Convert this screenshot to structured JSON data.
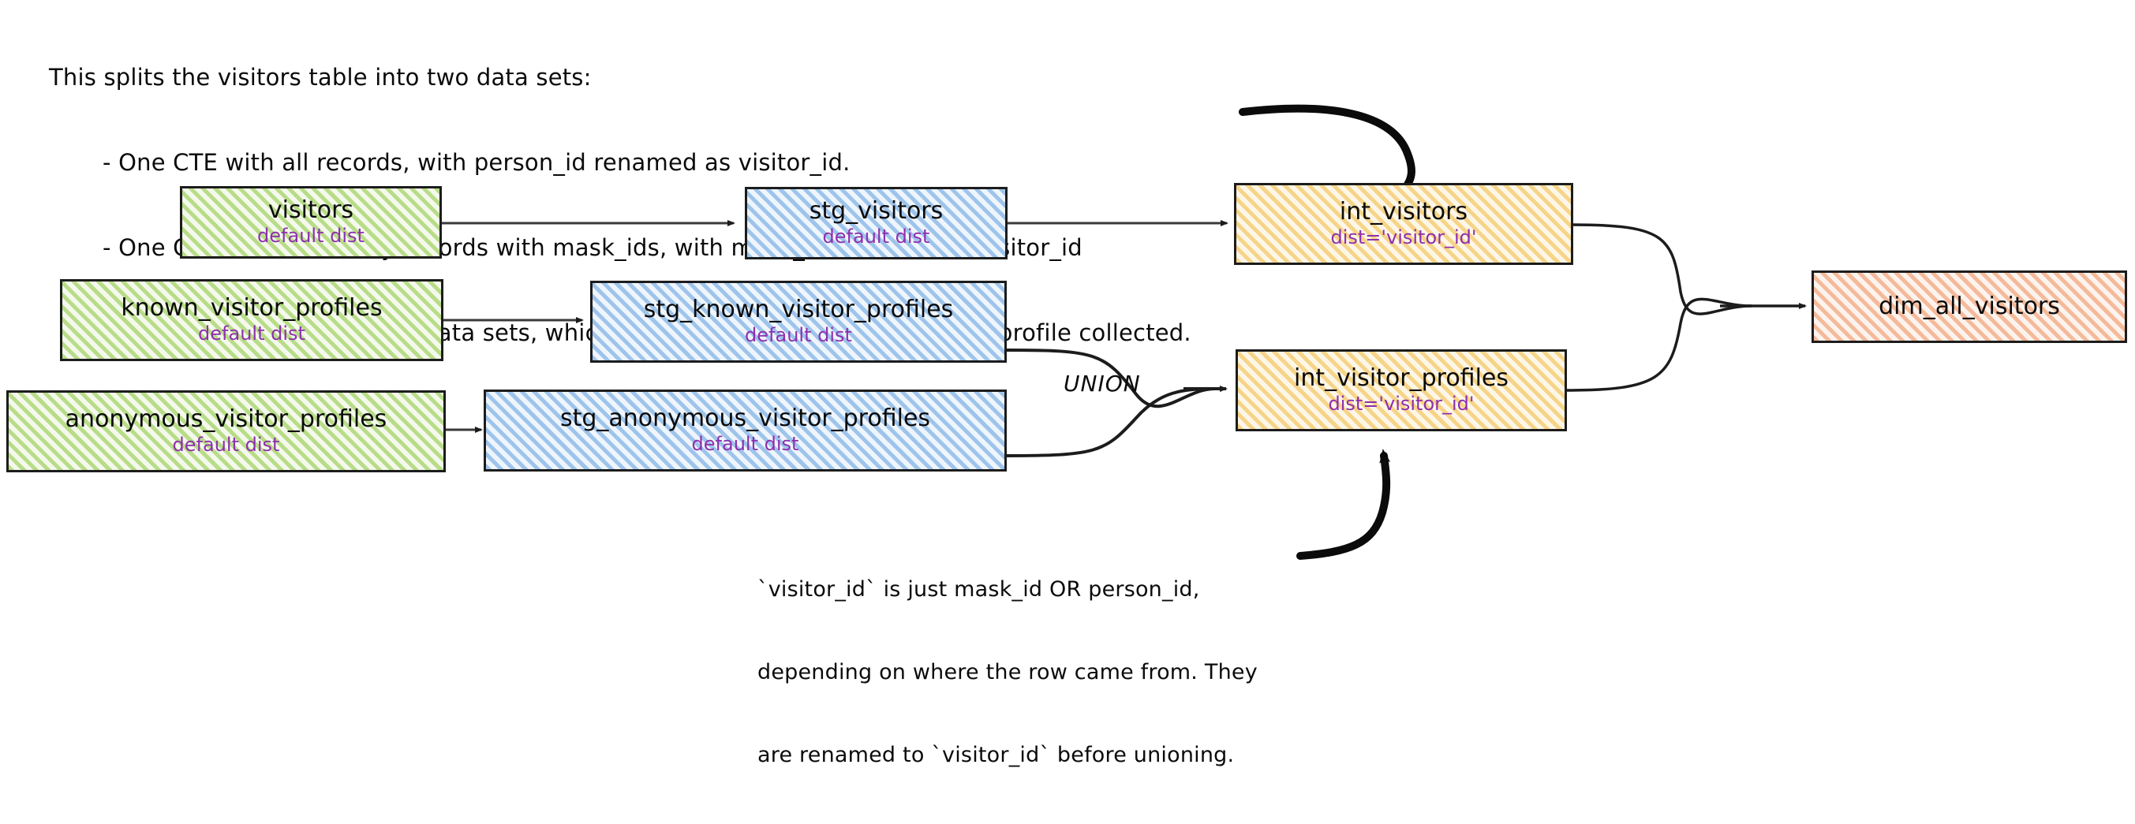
{
  "annotations": {
    "top_note": {
      "lead": "This splits the visitors table into two data sets:",
      "bullets": [
        "- One CTE with all records, with person_id renamed as visitor_id.",
        "- One CTE filtered to only records with mask_ids, with mask_id renamed as visitor_id",
        "- One CTE to union the two data sets, which results in a grain of one row per profile collected."
      ]
    },
    "bottom_note": {
      "lines": [
        "`visitor_id` is just mask_id OR person_id,",
        "depending on where the row came from. They",
        "are renamed to `visitor_id` before unioning."
      ]
    }
  },
  "edges": {
    "union_label": "UNION"
  },
  "nodes": {
    "visitors": {
      "title": "visitors",
      "sub": "default dist"
    },
    "known_profiles": {
      "title": "known_visitor_profiles",
      "sub": "default dist"
    },
    "anon_profiles": {
      "title": "anonymous_visitor_profiles",
      "sub": "default dist"
    },
    "stg_visitors": {
      "title": "stg_visitors",
      "sub": "default dist"
    },
    "stg_known": {
      "title": "stg_known_visitor_profiles",
      "sub": "default dist"
    },
    "stg_anon": {
      "title": "stg_anonymous_visitor_profiles",
      "sub": "default dist"
    },
    "int_visitors": {
      "title": "int_visitors",
      "sub": "dist='visitor_id'"
    },
    "int_profiles": {
      "title": "int_visitor_profiles",
      "sub": "dist='visitor_id'"
    },
    "dim_all": {
      "title": "dim_all_visitors",
      "sub": ""
    }
  },
  "colors": {
    "source_green": "#8dc63f",
    "staging_blue": "#5d9cde",
    "intermediate_yellow": "#f0ba3e",
    "mart_salmon": "#ec8c56",
    "accent_purple": "#8e2fae",
    "stroke_black": "#1c1c1c",
    "background": "#ffffff"
  }
}
